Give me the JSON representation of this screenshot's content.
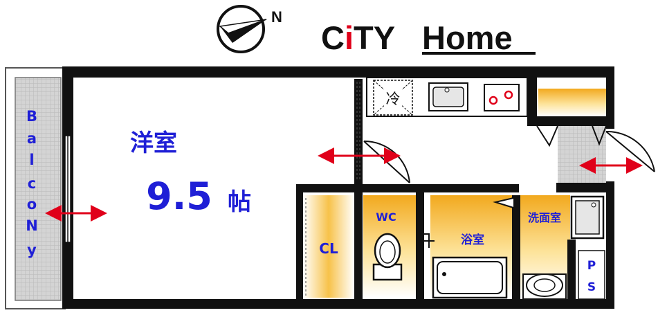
{
  "brand": {
    "title_c": "C",
    "title_i": "i",
    "title_ty": "TY",
    "title_home": "Home",
    "accent_color": "#e0001a",
    "text_color": "#111111"
  },
  "compass": {
    "north_label": "N"
  },
  "rooms": {
    "western_room": {
      "label": "洋室",
      "size_value": "9.5",
      "size_unit": "帖"
    },
    "balcony": {
      "letters": [
        "B",
        "a",
        "l",
        "c",
        "o",
        "N",
        "y"
      ]
    },
    "closet": {
      "label": "CL"
    },
    "toilet": {
      "label": "WC"
    },
    "bath": {
      "label": "浴室"
    },
    "washroom": {
      "label": "洗面室"
    },
    "pipe_space": {
      "letters": [
        "P",
        "S"
      ]
    },
    "fridge": {
      "label": "冷"
    }
  },
  "colors": {
    "room_label": "#1f1fd6",
    "wall": "#111111",
    "arrow": "#e0001a",
    "storage_gradient_top": "#f2a91e",
    "storage_gradient_bottom": "#ffffff",
    "tile": "#cfcfcf"
  }
}
